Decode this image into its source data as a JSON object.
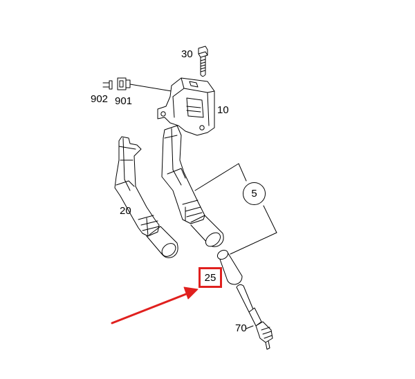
{
  "callouts": {
    "bolt": "30",
    "connector_a": "902",
    "connector_b": "901",
    "coil_module": "10",
    "coil_boot": "20",
    "kit": "5",
    "seal": "25",
    "spark_plug": "70"
  },
  "colors": {
    "highlight": "#e0201e",
    "arrow": "#e0201e",
    "line": "#000000"
  }
}
